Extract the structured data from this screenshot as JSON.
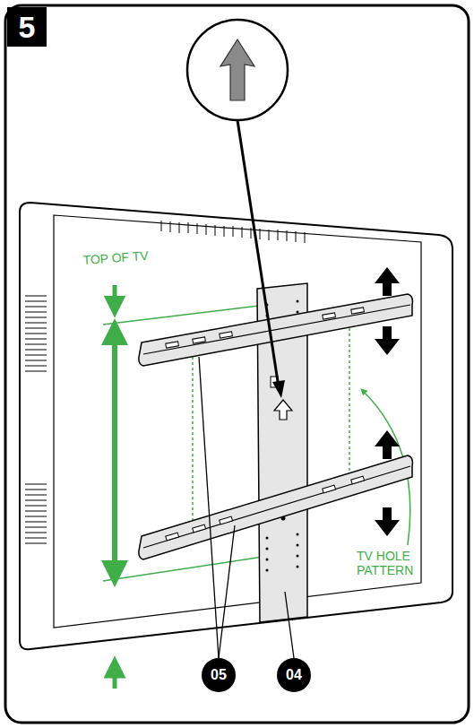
{
  "diagram": {
    "nodes": [
      {
        "text": [
          "5"
        ]
      },
      {
        "text": [
          "05"
        ]
      },
      {
        "text": [
          "04"
        ]
      }
    ],
    "labels": [
      "TOP OF TV",
      "TV HOLE PATTERN"
    ]
  }
}
